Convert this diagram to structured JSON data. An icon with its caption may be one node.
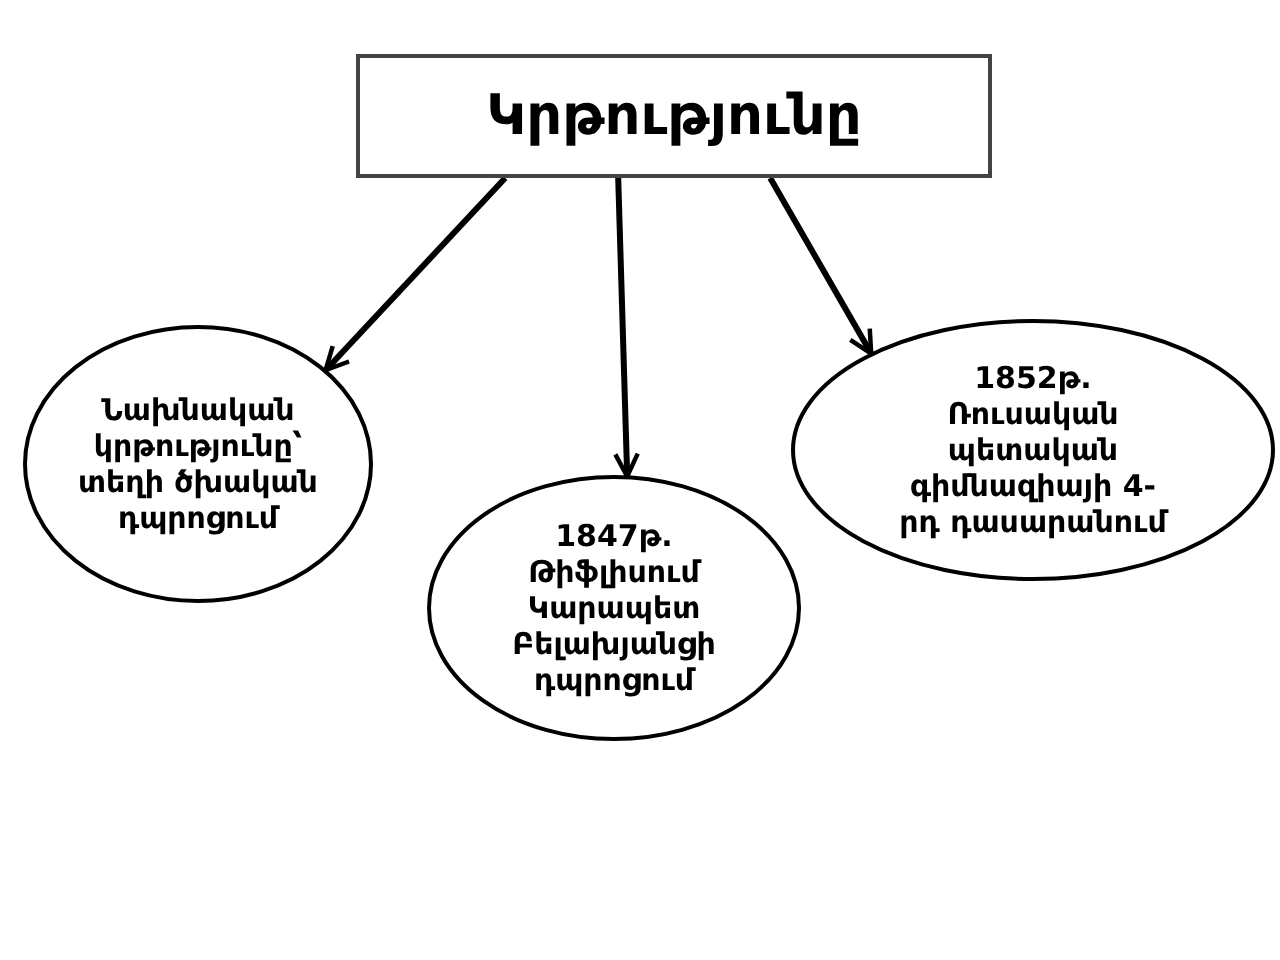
{
  "diagram": {
    "nodes": [
      {
        "text": [
          "Կրթությունը"
        ]
      },
      {
        "text": [
          "Նախնական կրթությունը՝ տեղի ծխական դպրոցում"
        ]
      },
      {
        "text": [
          "1847թ. Թիֆլիսում Կարապետ Բելախյանցի դպրոցում"
        ]
      },
      {
        "text": [
          "1852թ. Ռուսական պետական գիմնազիայի 4-րդ դասարանում"
        ]
      }
    ],
    "edges": [
      {
        "from": 0,
        "to": 1,
        "arrow": "to"
      },
      {
        "from": 0,
        "to": 2,
        "arrow": "to"
      },
      {
        "from": 0,
        "to": 3,
        "arrow": "to"
      }
    ]
  }
}
